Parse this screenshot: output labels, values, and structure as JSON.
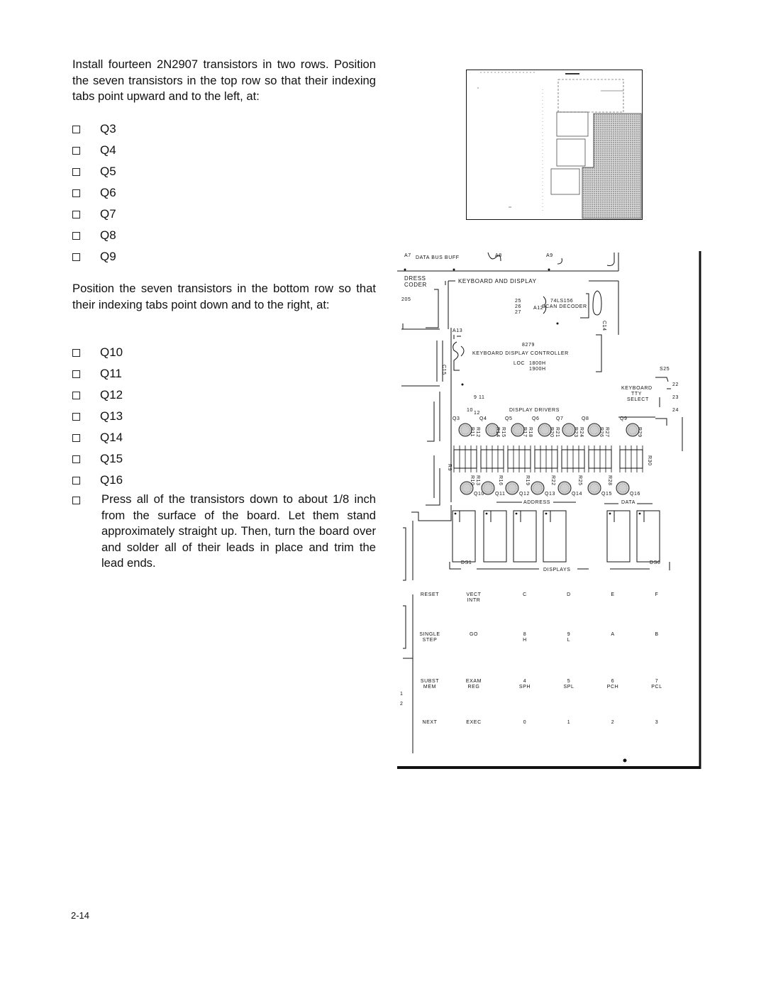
{
  "intro_text": "Install fourteen 2N2907 transistors in two rows. Position the seven transistors in the top row so that their indexing tabs point upward and to the left, at:",
  "top_row": [
    "Q3",
    "Q4",
    "Q5",
    "Q6",
    "Q7",
    "Q8",
    "Q9"
  ],
  "bottom_intro_text": "Position the seven transistors in the bottom row so that their indexing tabs point down and to the right, at:",
  "bottom_row": [
    "Q10",
    "Q11",
    "Q12",
    "Q13",
    "Q14",
    "Q15",
    "Q16"
  ],
  "final_step": "Press all of the transistors down to about 1/8 inch from the surface of the board. Let them stand approximately straight up. Then, turn the board over and solder all of their leads in place and trim the lead ends.",
  "page_number": "2-14",
  "board": {
    "top_labels": {
      "a7": "A7",
      "data_bus_buff": "DATA BUS BUFF",
      "a8": "A8",
      "a9": "A9"
    },
    "address_decoder": [
      "DRESS",
      "CODER"
    ],
    "keyboard_and_display": "KEYBOARD AND DISPLAY",
    "pin_205": "205",
    "pins_25_26_27": [
      "25",
      "26",
      "27"
    ],
    "a12": "A12",
    "chip_74ls156": "74LS156",
    "scan_decoder": "SCAN DECODER",
    "c14": "C14",
    "a13": "A13",
    "c15": "C15",
    "chip_8279": "8279",
    "kbd_display_controller": "KEYBOARD DISPLAY CONTROLLER",
    "loc": "LOC",
    "loc_values": [
      "1800H",
      "1900H"
    ],
    "s25": "S25",
    "kbd_tty_select": [
      "KEYBOARD",
      "TTY",
      "SELECT"
    ],
    "select_pins": [
      "22",
      "23",
      "24"
    ],
    "pins_9_11": "9   11",
    "pins_10_12": [
      "10",
      "12"
    ],
    "display_drivers": "DISPLAY DRIVERS",
    "top_transistors": [
      "Q3",
      "Q4",
      "Q5",
      "Q6",
      "Q7",
      "Q8",
      "Q9"
    ],
    "top_resistors": [
      "R11",
      "R12",
      "R14",
      "R15",
      "R17",
      "R18",
      "R20",
      "R21",
      "R23",
      "R24",
      "R26",
      "R27",
      "R29"
    ],
    "r30": "R30",
    "r9": "R9",
    "bottom_resistors": [
      "R10",
      "R13",
      "R16",
      "R19",
      "R22",
      "R25",
      "R28"
    ],
    "bottom_transistors": [
      "Q10",
      "Q11",
      "Q12",
      "Q13",
      "Q14",
      "Q15",
      "Q16"
    ],
    "address": "ADDRESS",
    "data": "DATA",
    "ds1": "DS1",
    "displays": "DISPLAYS",
    "ds6": "DS6",
    "keys": [
      [
        "RESET",
        "VECT INTR",
        "C",
        "D",
        "E",
        "F"
      ],
      [
        "SINGLE STEP",
        "GO",
        "8 H",
        "9 L",
        "A",
        "B"
      ],
      [
        "SUBST MEM",
        "EXAM REG",
        "4 SPH",
        "5 SPL",
        "6 PCH",
        "7 PCL"
      ],
      [
        "NEXT",
        "EXEC",
        "0",
        "1",
        "2",
        "3"
      ]
    ],
    "side_marks": [
      "1",
      "2"
    ]
  }
}
